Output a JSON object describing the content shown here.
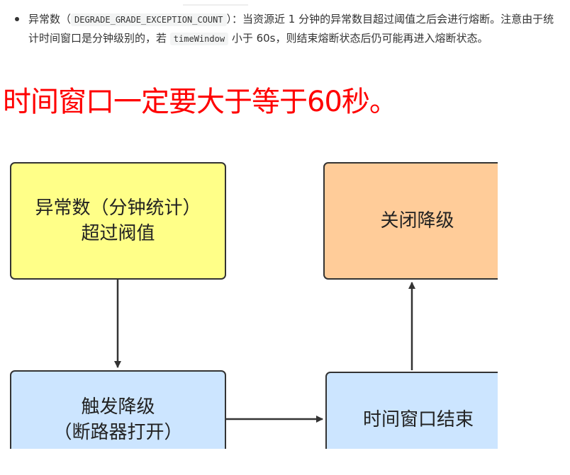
{
  "bullet": {
    "lead": "异常数（",
    "code1": "DEGRADE_GRADE_EXCEPTION_COUNT",
    "mid": "）：当资源近 1 分钟的异常数目超过阈值之后会进行熔断。注意由于统计时间窗口是分钟级别的，若",
    "code2": "timeWindow",
    "tail": "小于 60s，则结束熔断状态后仍可能再进入熔断状态。"
  },
  "headline": "时间窗口一定要大于等于60秒。",
  "diagram": {
    "nodes": {
      "exception_line1": "异常数（分钟统计）",
      "exception_line2": "超过阀值",
      "close_degrade": "关闭降级",
      "trigger_line1": "触发降级",
      "trigger_line2": "（断路器打开）",
      "window_end": "时间窗口结束"
    }
  }
}
